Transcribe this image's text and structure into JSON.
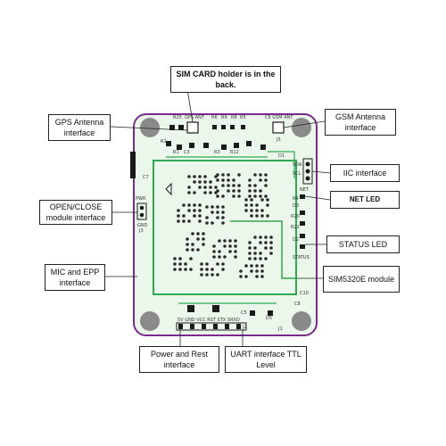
{
  "callouts": {
    "sim_card": "SIM CARD holder is in the back.",
    "gps_antenna": "GPS Antenna interface",
    "gsm_antenna": "GSM Antenna interface",
    "iic": "IIC interface",
    "net_led": "NET LED",
    "open_close": "OPEN/CLOSE module interface",
    "status_led": "STATUS LED",
    "mic_epp": "MIC and EPP interface",
    "sim5320e": "SIM5320E module",
    "power_rest": "Power and Rest interface",
    "uart": "UART interface TTL Level"
  },
  "silkscreen": {
    "gps_ant": "GPS ANT",
    "gsm_ant": "C6 GSM ANT",
    "r25": "R25",
    "r6": "R6",
    "r9": "R9",
    "r8": "R8",
    "r5": "R5",
    "c3": "C3",
    "r2": "R2",
    "r1": "R1",
    "r3": "R3",
    "r12": "R12",
    "j5": "J5",
    "d1": "D1",
    "c7": "C7",
    "pwr": "PWR",
    "gnd": "GND",
    "scl": "SCL",
    "sda": "SDA",
    "net": "NET",
    "r4": "R4",
    "d3": "D3",
    "r20": "R20",
    "r21": "R21",
    "d2": "D2",
    "status": "STATUS",
    "c10": "C10",
    "c8": "C8",
    "c5": "C5",
    "d5": "D5",
    "bottom_pins": "5V GND VCC RST STX SRXD",
    "j2": "J2",
    "j3": "J3",
    "j1": "J1"
  },
  "colors": {
    "board": "#ecf7ec",
    "board_outline": "#7a2a8a",
    "trace": "#2fa84f",
    "pad": "#1a1a1a",
    "mount_hole": "#8a8a8a"
  }
}
